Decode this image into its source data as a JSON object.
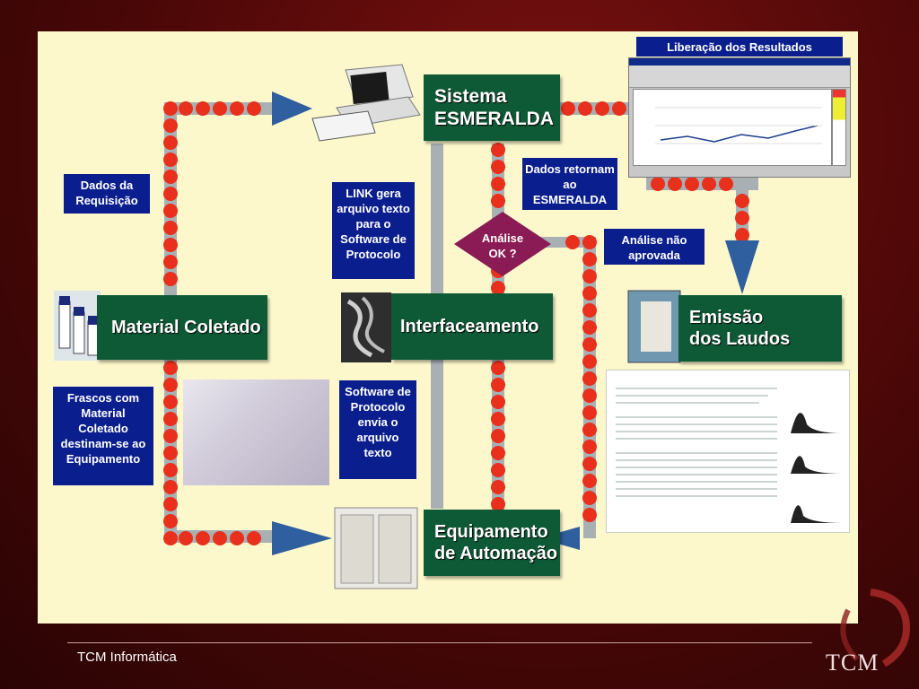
{
  "labels": {
    "liberacao": "Liberação dos Resultados",
    "dados_requisicao": "Dados da Requisição",
    "link_gera": "LINK gera arquivo texto para o Software de Protocolo",
    "dados_retornam": "Dados retornam ao ESMERALDA",
    "analise_ok": "Análise OK ?",
    "analise_nao": "Análise não aprovada",
    "frascos": "Frascos com Material Coletado destinam-se ao Equipamento",
    "software_protocolo": "Software de Protocolo envia o arquivo texto"
  },
  "nodes": {
    "sistema_line1": "Sistema",
    "sistema_line2": "ESMERALDA",
    "material": "Material Coletado",
    "interface": "Interfaceamento",
    "emissao_line1": "Emissão",
    "emissao_line2": "dos Laudos",
    "equip_line1": "Equipamento",
    "equip_line2": "de Automação"
  },
  "footer": {
    "company": "TCM Informática",
    "logo": "TCM"
  },
  "colors": {
    "panel": "#fdf8cc",
    "blue_label": "#0b1e8e",
    "green_node": "#0f5a36",
    "pipe_gray": "#a8b0b4",
    "dot_red": "#e8301c",
    "arrow_blue": "#2f5f9e",
    "diamond": "#8a1b54"
  }
}
